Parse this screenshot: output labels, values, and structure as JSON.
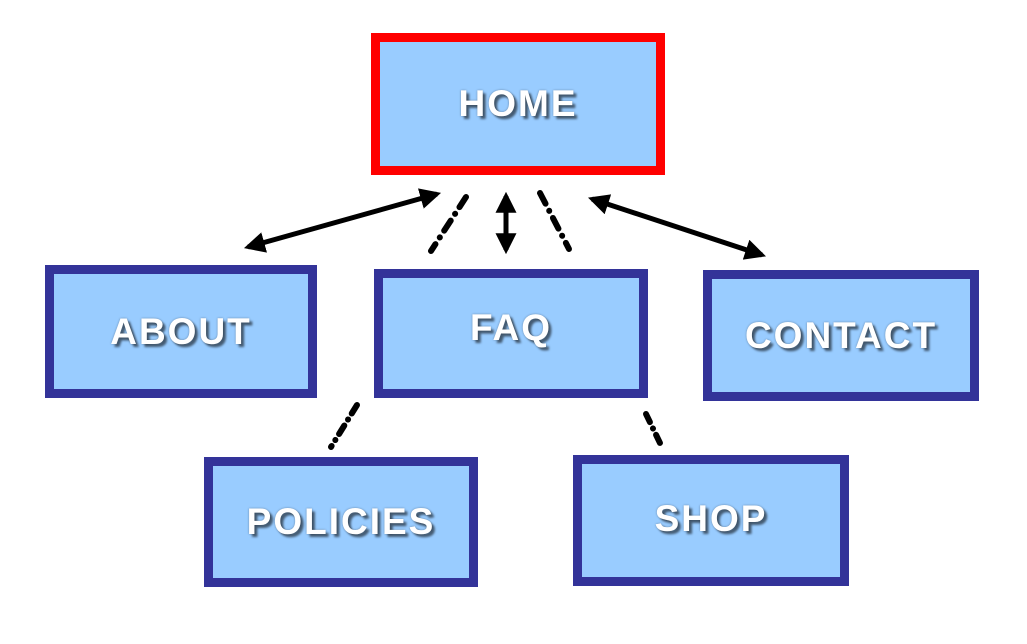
{
  "diagram": {
    "nodes": {
      "home": {
        "label": "HOME",
        "state": "current"
      },
      "about": {
        "label": "ABOUT"
      },
      "faq": {
        "label": "FAQ"
      },
      "contact": {
        "label": "CONTACT"
      },
      "policies": {
        "label": "POLICIES"
      },
      "shop": {
        "label": "SHOP"
      }
    },
    "links": [
      {
        "from": "home",
        "to": "about",
        "style": "double-arrow"
      },
      {
        "from": "home",
        "to": "faq",
        "style": "double-arrow"
      },
      {
        "from": "home",
        "to": "contact",
        "style": "double-arrow"
      },
      {
        "from": "home",
        "to": "faq",
        "style": "dotted"
      },
      {
        "from": "home",
        "to": "faq",
        "style": "dotted"
      },
      {
        "from": "faq",
        "to": "policies",
        "style": "dotted"
      },
      {
        "from": "faq",
        "to": "shop",
        "style": "dotted"
      }
    ],
    "colors": {
      "node_fill": "#99ccff",
      "node_border": "#333399",
      "current_border": "#ff0000",
      "label": "#ffffff",
      "connector": "#000000"
    }
  }
}
